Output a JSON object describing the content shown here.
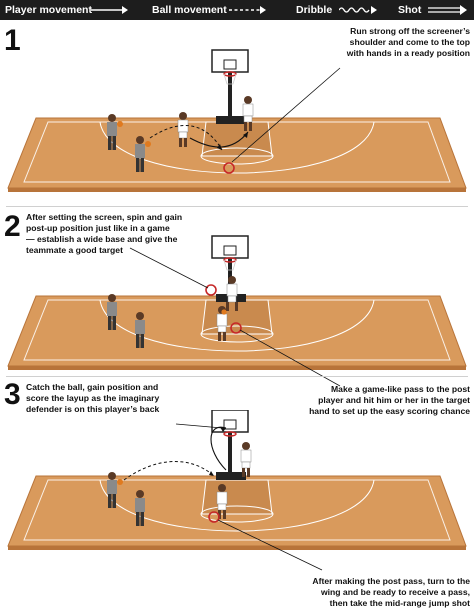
{
  "legend": {
    "player_movement": "Player movement",
    "ball_movement": "Ball movement",
    "dribble": "Dribble",
    "shot": "Shot"
  },
  "steps": [
    {
      "number": "1",
      "caption": [
        "Run strong off the screener’s",
        "shoulder and come to the top",
        "with hands in a ready position"
      ]
    },
    {
      "number": "2",
      "caption": [
        "After setting the screen, spin and gain",
        "post-up position just like in a game",
        "— establish a wide base and give the",
        "teammate a good target"
      ],
      "caption2": [
        "Make a game-like pass to the post",
        "player and hit him or her in the target",
        "hand to set up the easy scoring chance"
      ]
    },
    {
      "number": "3",
      "caption": [
        "Catch the ball, gain position and",
        "score the layup as the imaginary",
        "defender is on this player’s back"
      ],
      "caption2": [
        "After making the post pass, turn to the",
        "wing and be ready to receive a pass,",
        "then take the mid-range jump shot"
      ]
    }
  ],
  "colors": {
    "court": "#d99a5c",
    "court_light": "#e7b47d",
    "court_edge": "#b8743a",
    "legend_bg": "#1d1d1d",
    "marker": "#c62828"
  }
}
